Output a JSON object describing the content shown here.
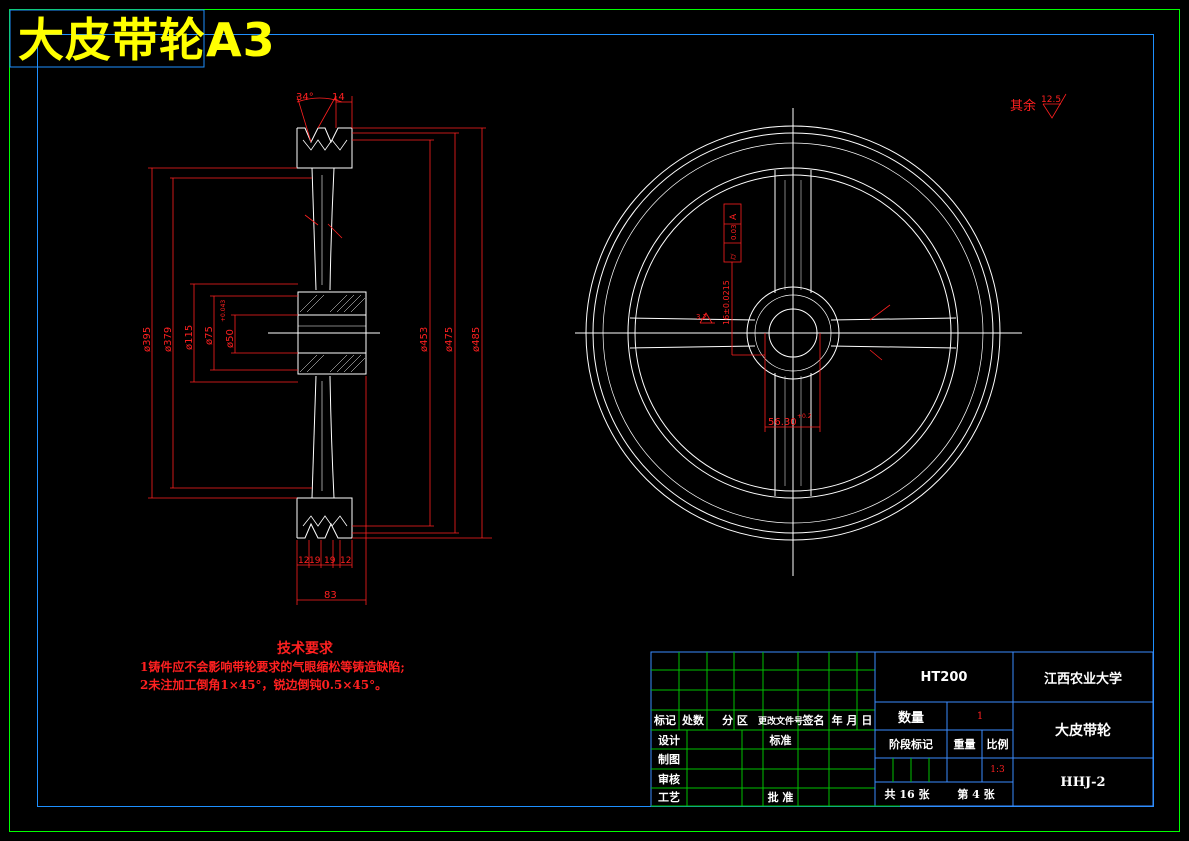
{
  "drawing_title": "大皮带轮A3",
  "colors": {
    "border": "#00ff00",
    "frame": "#1e90ff",
    "outline": "#ffffff",
    "dimension": "#ff2020",
    "title_text": "#ffff00",
    "table_grid_green": "#00c000",
    "table_grid_blue": "#3a8cff"
  },
  "section_view": {
    "dims_top": {
      "groove_angle": "34°",
      "groove_width": "14"
    },
    "diameters": {
      "d395": "ø395",
      "d379": "ø379",
      "d115": "ø115",
      "d75": "ø75",
      "d50": "ø50",
      "d50_tol": "+0.043",
      "d453": "ø453",
      "d475": "ø475",
      "d485": "ø485"
    },
    "dims_bottom": {
      "segments": [
        "12",
        "19",
        "19",
        "12"
      ],
      "total": "83"
    }
  },
  "front_view": {
    "tolerance_frame": {
      "symbol": "⌭",
      "value": "0.03",
      "datum": "A"
    },
    "keyway": "16±0.0215",
    "hub_depth": "56.30",
    "hub_depth_tol": "+0.2",
    "roughness_small": "3.2"
  },
  "surface_note": {
    "label": "其余",
    "value": "12.5"
  },
  "technical_requirements": {
    "heading": "技术要求",
    "items": [
      "1铸件应不会影响带轮要求的气眼缩松等铸造缺陷;",
      "2未注加工倒角1×45°，锐边倒钝0.5×45°。"
    ]
  },
  "title_block": {
    "material": "HT200",
    "university": "江西农业大学",
    "part_name": "大皮带轮",
    "drawing_number": "HHJ-2",
    "quantity_label": "数量",
    "quantity_value": "1",
    "stage_label": "阶段标记",
    "weight_label": "重量",
    "scale_label": "比例",
    "scale_value": "1:3",
    "sheets_total": "共 16 张",
    "sheet_no": "第 4 张",
    "rev_headers": [
      "标记",
      "处数",
      "分 区",
      "更改文件号",
      "签名",
      "年 月 日"
    ],
    "design_label": "设计",
    "standard_label": "标准",
    "draw_label": "制图",
    "review_label": "审核",
    "process_label": "工艺",
    "approve_label": "批 准"
  }
}
